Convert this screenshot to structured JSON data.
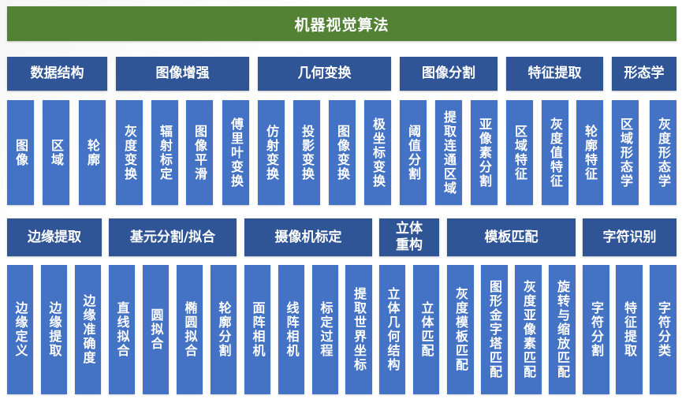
{
  "title": "机器视觉算法",
  "colors": {
    "title_bg": "#548235",
    "header_bg": "#2F5597",
    "leaf_bg": "#4472C4",
    "text": "#FFFFFF"
  },
  "row1": {
    "categories": [
      {
        "label": "数据结构",
        "items": [
          "图像",
          "区域",
          "轮廓"
        ]
      },
      {
        "label": "图像增强",
        "items": [
          "灰度变换",
          "辐射标定",
          "图像平滑",
          "傅里叶变换"
        ]
      },
      {
        "label": "几何变换",
        "items": [
          "仿射变换",
          "投影变换",
          "图像变换",
          "极坐标变换"
        ]
      },
      {
        "label": "图像分割",
        "items": [
          "阈值分割",
          "提取连通区域",
          "亚像素分割"
        ]
      },
      {
        "label": "特征提取",
        "items": [
          "区域特征",
          "灰度值特征",
          "轮廓特征"
        ]
      },
      {
        "label": "形态学",
        "items": [
          "区域形态学",
          "灰度形态学"
        ]
      }
    ]
  },
  "row2": {
    "categories": [
      {
        "label": "边缘提取",
        "items": [
          "边缘定义",
          "边缘提取",
          "边缘准确度"
        ]
      },
      {
        "label": "基元分割/拟合",
        "items": [
          "直线拟合",
          "圆拟合",
          "椭圆拟合",
          "轮廓分割"
        ]
      },
      {
        "label": "摄像机标定",
        "items": [
          "面阵相机",
          "线阵相机",
          "标定过程",
          "提取世界坐标"
        ]
      },
      {
        "label": "立体重构",
        "items": [
          "立体几何结构",
          "立体匹配"
        ]
      },
      {
        "label": "模板匹配",
        "items": [
          "灰度模板匹配",
          "图形金字塔匹配",
          "灰度亚像素匹配",
          "旋转与缩放匹配"
        ]
      },
      {
        "label": "字符识别",
        "items": [
          "字符分割",
          "特征提取",
          "字符分类"
        ]
      }
    ]
  }
}
